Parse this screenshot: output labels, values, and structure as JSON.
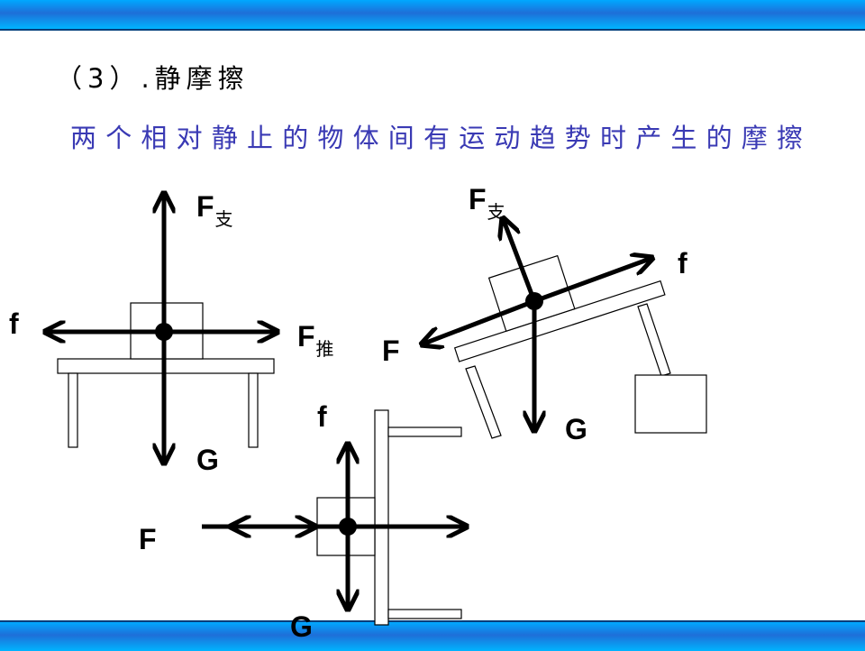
{
  "title": "（3）.静摩擦",
  "subtitle": "两个相对静止的物体间有运动趋势时产生的摩擦",
  "labels": {
    "d1_support": "F",
    "d1_support_sub": "支",
    "d1_friction": "f",
    "d1_push": "F",
    "d1_push_sub": "推",
    "d1_gravity": "G",
    "d2_support": "F",
    "d2_support_sub": "支",
    "d2_friction": "f",
    "d2_force": "F",
    "d2_gravity": "G",
    "d3_friction": "f",
    "d3_force": "F",
    "d3_gravity": "G"
  },
  "colors": {
    "accent": "#3a3ab4",
    "bar": "#1e6fd8"
  }
}
